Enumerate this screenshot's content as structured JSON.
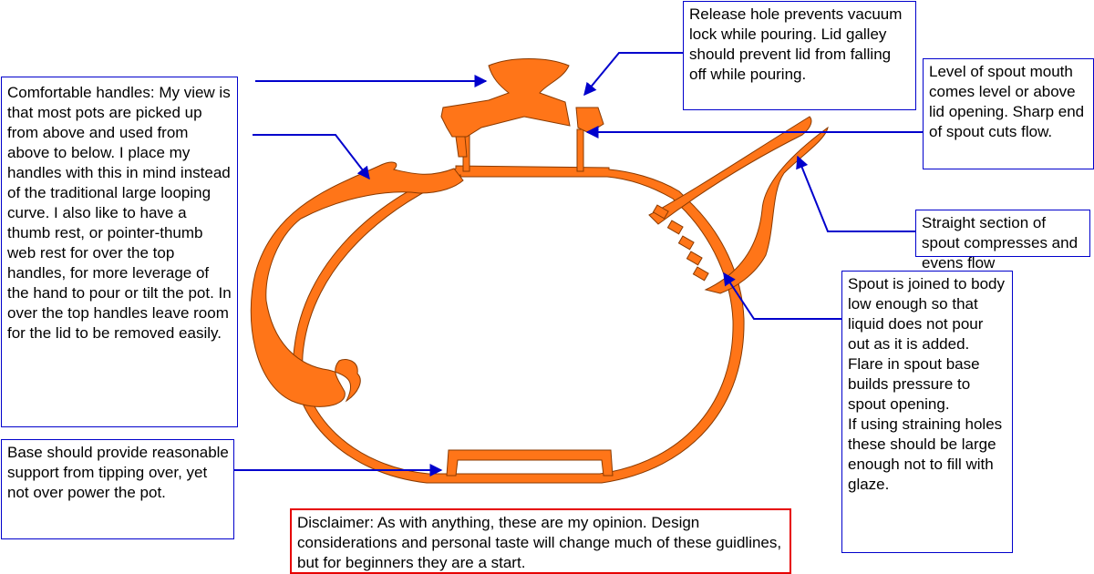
{
  "colors": {
    "pot_fill": "#ff7518",
    "pot_outline": "#8a3a00",
    "note_border": "#0000cc",
    "arrow": "#0000cc",
    "disclaimer_border": "#e60000"
  },
  "notes": {
    "handles": "Comfortable handles: My view is that most pots are picked up from above and used from above to below. I place my handles with this in mind instead of the traditional large looping curve. I also like to have a thumb rest, or pointer-thumb web rest for over the top handles, for more leverage of the hand to pour or tilt the pot. In over the top handles leave room for the lid to be removed easily.",
    "base": "Base should provide reasonable support from tipping over, yet not over power the pot.",
    "release_hole": "Release hole prevents vacuum lock while pouring. Lid galley should prevent lid from falling off while pouring.",
    "spout_level": "Level of spout mouth comes level or above lid opening. Sharp end of spout cuts flow.",
    "straight_section": "Straight section of spout compresses and evens flow",
    "spout_join": "Spout is joined to body low enough so that liquid does not pour out as it is added. Flare in spout base builds pressure to spout opening.\nIf using straining holes these should be large enough not to fill with glaze.",
    "disclaimer": "Disclaimer: As with anything, these are my opinion. Design considerations and personal taste will change much of these guidlines, but for beginners they are a start."
  }
}
